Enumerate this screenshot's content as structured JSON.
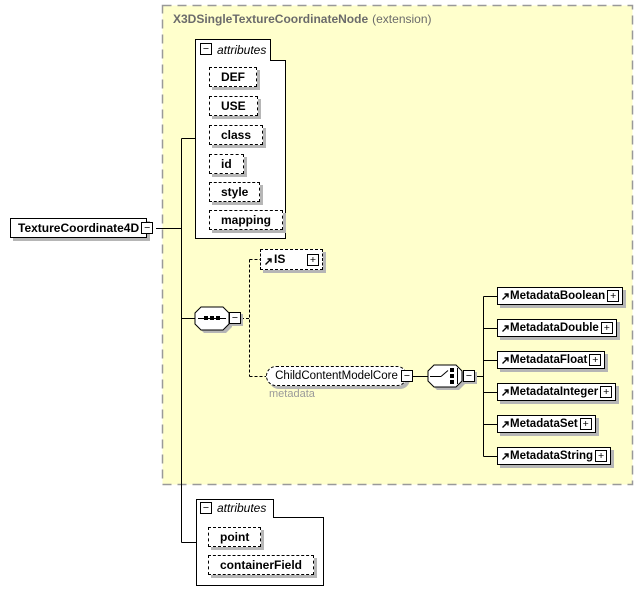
{
  "diagram": {
    "root": {
      "label": "TextureCoordinate4D"
    },
    "group": {
      "title": "X3DSingleTextureCoordinateNode",
      "suffix": "(extension)"
    },
    "attrs_top": {
      "label": "attributes",
      "items": [
        "DEF",
        "USE",
        "class",
        "id",
        "style",
        "mapping"
      ]
    },
    "is_ref": {
      "label": "IS"
    },
    "ccm": {
      "label": "ChildContentModelCore",
      "annotation": "metadata"
    },
    "metadata": {
      "items": [
        "MetadataBoolean",
        "MetadataDouble",
        "MetadataFloat",
        "MetadataInteger",
        "MetadataSet",
        "MetadataString"
      ]
    },
    "attrs_bottom": {
      "label": "attributes",
      "items": [
        "point",
        "containerField"
      ]
    },
    "icons": {
      "collapse": "−",
      "expand": "+"
    },
    "colors": {
      "group_fill": "#ffffcc",
      "group_border": "#999999",
      "group_title": "#6b6b6b",
      "annotation": "#9a9a9a",
      "shadow": "#b6b6b6",
      "line": "#000000"
    }
  }
}
